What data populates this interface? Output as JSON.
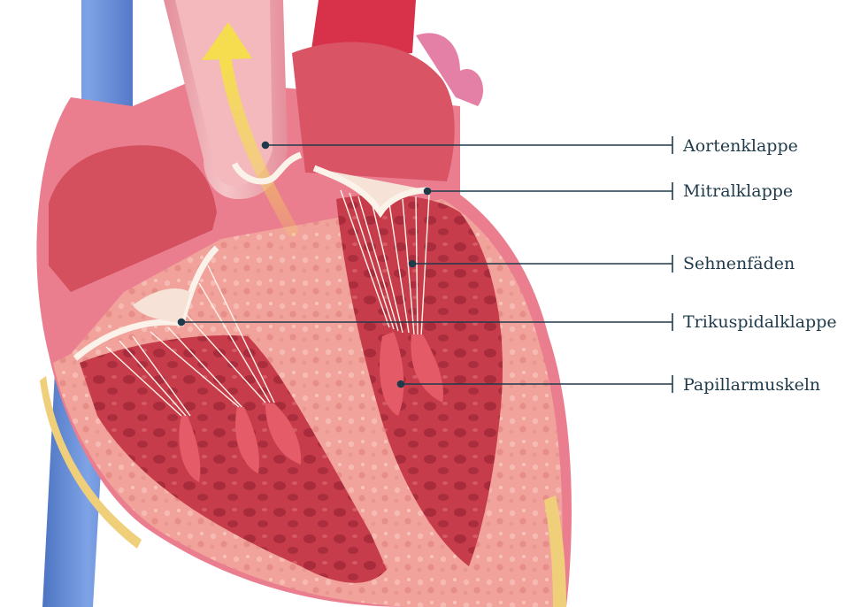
{
  "labels": {
    "aortic_valve": "Aortenklappe",
    "mitral_valve": "Mitralklappe",
    "chordae": "Sehnenfäden",
    "tricuspid_valve": "Trikuspidalklappe",
    "papillary_muscles": "Papillarmuskeln"
  },
  "colors": {
    "leader_line": "#1f3a4a",
    "muscle": "#e87b7b",
    "chamber": "#c9404b",
    "vein": "#5f86cf",
    "artery": "#d8324a",
    "outer_pink": "#e9708e",
    "valve": "#f6e7dc",
    "flow_arrow": "#f3d34a"
  }
}
